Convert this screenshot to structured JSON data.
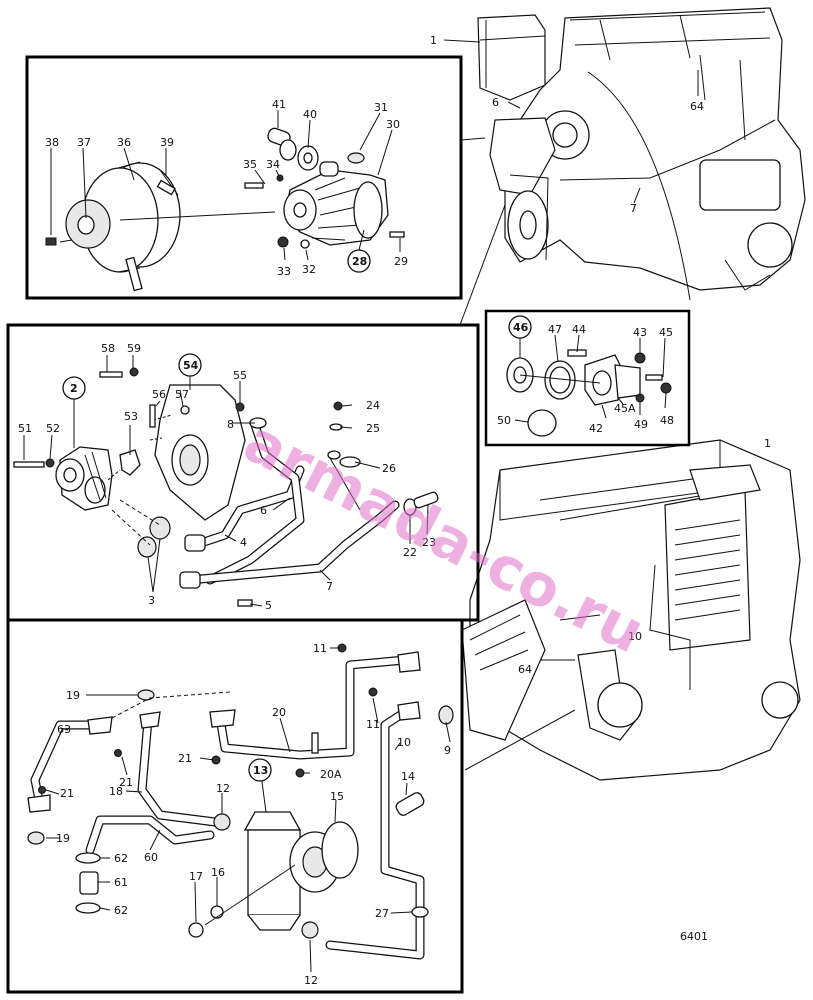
{
  "diagram": {
    "watermark": "armada-co.ru",
    "figure_number": "6401",
    "callouts": [
      "1",
      "6",
      "64",
      "7",
      "38",
      "37",
      "36",
      "39",
      "41",
      "40",
      "31",
      "30",
      "35",
      "34",
      "33",
      "32",
      "28",
      "29",
      "46",
      "47",
      "44",
      "43",
      "45",
      "50",
      "42",
      "45A",
      "49",
      "48",
      "58",
      "59",
      "54",
      "55",
      "2",
      "56",
      "57",
      "53",
      "24",
      "8",
      "25",
      "51",
      "52",
      "26",
      "6",
      "4",
      "22",
      "23",
      "7",
      "3",
      "5",
      "1",
      "10",
      "64",
      "11",
      "19",
      "63",
      "20",
      "11",
      "9",
      "21",
      "21",
      "20A",
      "10",
      "21",
      "18",
      "12",
      "13",
      "15",
      "14",
      "19",
      "62",
      "60",
      "61",
      "62",
      "17",
      "16",
      "27",
      "12"
    ],
    "circled_callouts": [
      "28",
      "46",
      "54",
      "2",
      "13"
    ],
    "panels": [
      {
        "id": "water-pump-assembly"
      },
      {
        "id": "thermostat-housing"
      },
      {
        "id": "coolant-pipes-upper"
      },
      {
        "id": "coolant-pipes-lower"
      }
    ],
    "engine_views": [
      "engine-view-top",
      "engine-view-bottom"
    ]
  }
}
